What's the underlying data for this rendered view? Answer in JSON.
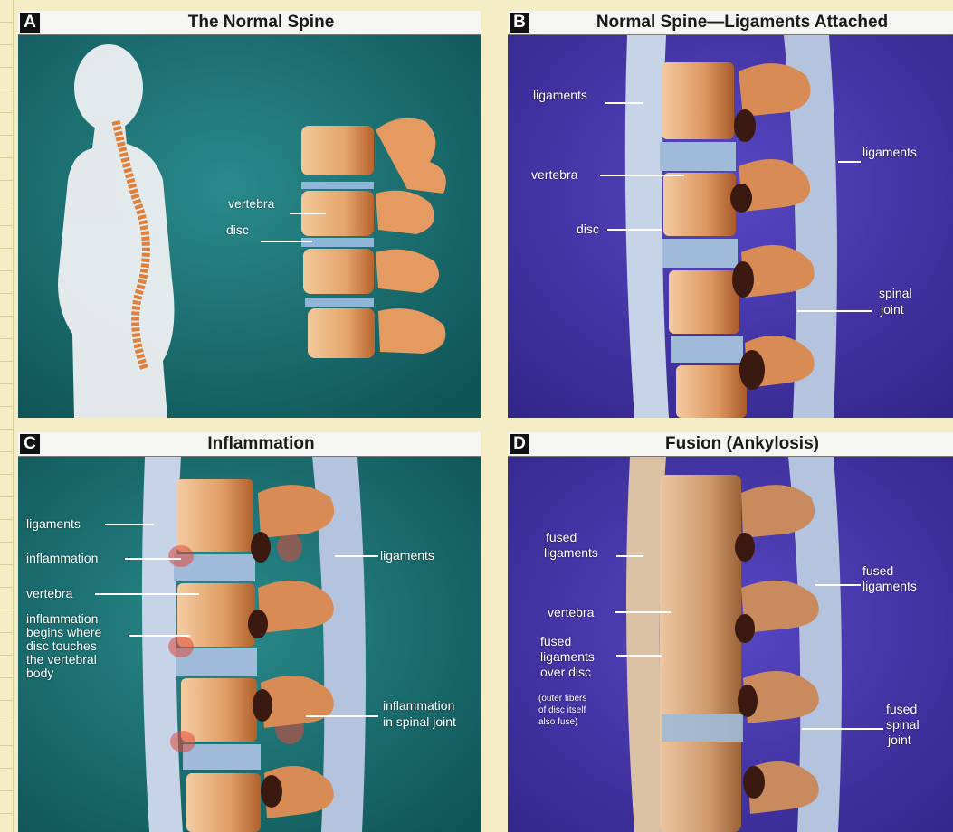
{
  "panels": {
    "a": {
      "letter": "A",
      "title": "The Normal Spine",
      "labels": {
        "vertebra": "vertebra",
        "disc": "disc"
      }
    },
    "b": {
      "letter": "B",
      "title": "Normal Spine—Ligaments Attached",
      "labels": {
        "ligaments_left": "ligaments",
        "ligaments_right": "ligaments",
        "vertebra": "vertebra",
        "disc": "disc",
        "spinal_joint_1": "spinal",
        "spinal_joint_2": "joint"
      }
    },
    "c": {
      "letter": "C",
      "title": "Inflammation",
      "labels": {
        "ligaments_left": "ligaments",
        "inflammation": "inflammation",
        "vertebra": "vertebra",
        "begins_1": "inflammation",
        "begins_2": "begins where",
        "begins_3": "disc touches",
        "begins_4": "the vertebral",
        "begins_5": "body",
        "ligaments_right": "ligaments",
        "joint_1": "inflammation",
        "joint_2": "in spinal joint"
      }
    },
    "d": {
      "letter": "D",
      "title": "Fusion (Ankylosis)",
      "labels": {
        "fused_lig_1": "fused",
        "fused_lig_2": "ligaments",
        "vertebra": "vertebra",
        "over_1": "fused",
        "over_2": "ligaments",
        "over_3": "over disc",
        "note_1": "(outer fibers",
        "note_2": "of disc itself",
        "note_3": "also fuse)",
        "fused_right_1": "fused",
        "fused_right_2": "ligaments",
        "fsj_1": "fused",
        "fsj_2": "spinal",
        "fsj_3": "joint"
      }
    }
  },
  "colors": {
    "teal": "#1a6b6e",
    "purple": "#4636a8",
    "bone": "#e8b07a",
    "disc": "#8fb6d8",
    "ligament": "#b9c8de"
  }
}
